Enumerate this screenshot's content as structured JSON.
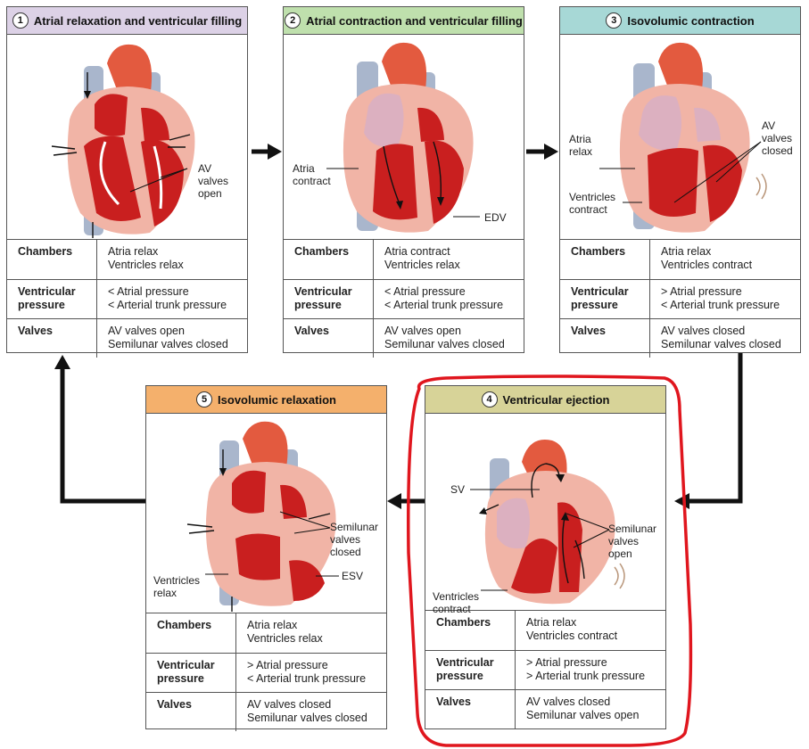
{
  "colors": {
    "phase1_header": "#dcd1e6",
    "phase2_header": "#bfe0ad",
    "phase3_header": "#a7d8d6",
    "phase4_header": "#d7d398",
    "phase5_header": "#f4b06c",
    "highlight": "#e0161e",
    "blood": "#c91f1f",
    "muscle": "#f1b4a6",
    "vessel_blue": "#a9b6cc"
  },
  "icons": {
    "heart": "heart-icon",
    "arrow": "arrow-icon"
  },
  "row_labels": {
    "chambers": "Chambers",
    "pressure": "Ventricular\npressure",
    "valves": "Valves"
  },
  "panels": [
    {
      "num": "1",
      "title": "Atrial relaxation and ventricular filling",
      "fig_labels": [
        "AV\nvalves\nopen"
      ],
      "chambers": "Atria relax\nVentricles relax",
      "pressure": "< Atrial pressure\n< Arterial trunk pressure",
      "valves": "AV valves open\nSemilunar valves closed"
    },
    {
      "num": "2",
      "title": "Atrial contraction and ventricular filling",
      "fig_labels": [
        "Atria\ncontract",
        "EDV"
      ],
      "chambers": "Atria contract\nVentricles relax",
      "pressure": "< Atrial pressure\n< Arterial trunk pressure",
      "valves": "AV valves open\nSemilunar valves closed"
    },
    {
      "num": "3",
      "title": "Isovolumic contraction",
      "fig_labels": [
        "Atria\nrelax",
        "AV\nvalves\nclosed",
        "Ventricles\ncontract"
      ],
      "chambers": "Atria relax\nVentricles contract",
      "pressure": "> Atrial pressure\n< Arterial trunk pressure",
      "valves": "AV valves closed\nSemilunar valves closed"
    },
    {
      "num": "4",
      "title": "Ventricular ejection",
      "fig_labels": [
        "SV",
        "Semilunar\nvalves\nopen",
        "Ventricles\ncontract"
      ],
      "chambers": "Atria relax\nVentricles contract",
      "pressure": "> Atrial pressure\n> Arterial trunk pressure",
      "valves": "AV valves closed\nSemilunar valves open"
    },
    {
      "num": "5",
      "title": "Isovolumic relaxation",
      "fig_labels": [
        "Semilunar\nvalves\nclosed",
        "Ventricles\nrelax",
        "ESV"
      ],
      "chambers": "Atria relax\nVentricles relax",
      "pressure": "> Atrial pressure\n< Arterial trunk pressure",
      "valves": "AV valves closed\nSemilunar valves closed"
    }
  ]
}
